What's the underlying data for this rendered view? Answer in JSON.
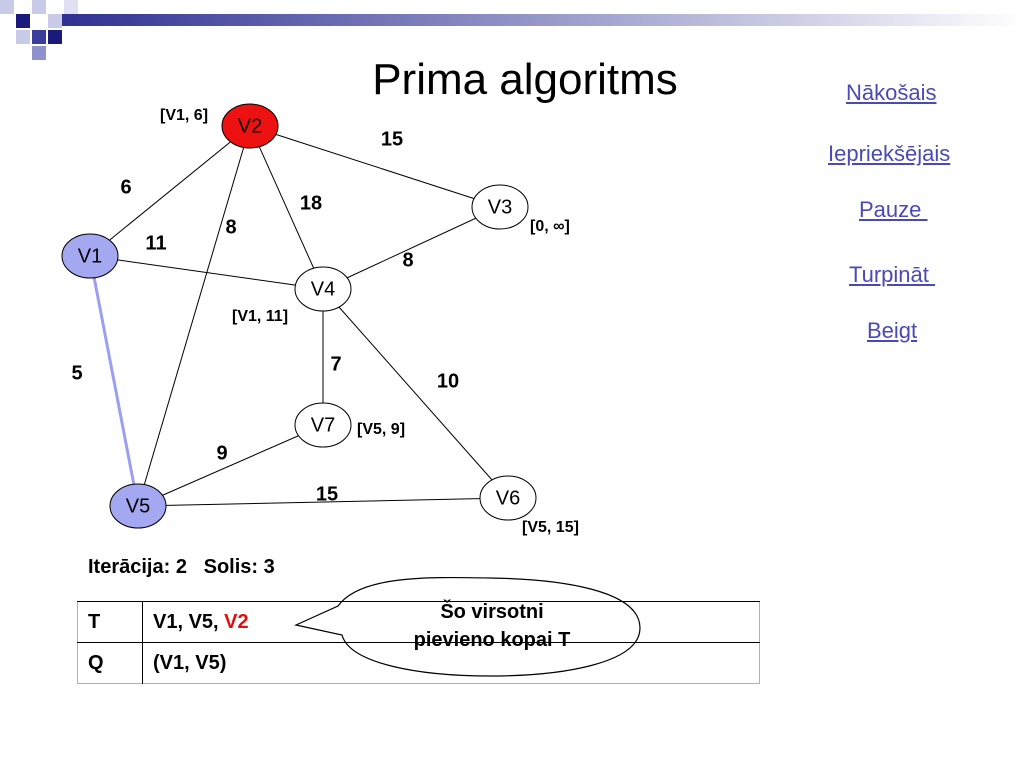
{
  "title": "Prima algoritms",
  "nav": {
    "next": "Nākošais",
    "prev": "Iepriekšējais",
    "pause": "Pauze ",
    "continue": "Turpināt ",
    "end": "Beigt"
  },
  "colors": {
    "accent_link": "#4a4ab4",
    "selected_vertex": "#ee1111",
    "tree_vertex": "#a3a8f0",
    "tree_edge": "#9aa0ee",
    "highlight_text": "#e01010"
  },
  "graph": {
    "vertices": [
      {
        "id": "V1",
        "label": "V1",
        "state": "tree"
      },
      {
        "id": "V2",
        "label": "V2",
        "state": "selected"
      },
      {
        "id": "V3",
        "label": "V3",
        "state": "normal"
      },
      {
        "id": "V4",
        "label": "V4",
        "state": "normal"
      },
      {
        "id": "V5",
        "label": "V5",
        "state": "tree"
      },
      {
        "id": "V6",
        "label": "V6",
        "state": "normal"
      },
      {
        "id": "V7",
        "label": "V7",
        "state": "normal"
      }
    ],
    "edges": [
      {
        "from": "V1",
        "to": "V2",
        "weight": "6",
        "in_tree": false
      },
      {
        "from": "V2",
        "to": "V3",
        "weight": "15",
        "in_tree": false
      },
      {
        "from": "V2",
        "to": "V4",
        "weight": "18",
        "in_tree": false
      },
      {
        "from": "V2",
        "to": "V5",
        "weight": "8",
        "in_tree": false
      },
      {
        "from": "V1",
        "to": "V4",
        "weight": "11",
        "in_tree": false
      },
      {
        "from": "V3",
        "to": "V4",
        "weight": "8",
        "in_tree": false
      },
      {
        "from": "V1",
        "to": "V5",
        "weight": "5",
        "in_tree": true
      },
      {
        "from": "V4",
        "to": "V7",
        "weight": "7",
        "in_tree": false
      },
      {
        "from": "V4",
        "to": "V6",
        "weight": "10",
        "in_tree": false
      },
      {
        "from": "V5",
        "to": "V7",
        "weight": "9",
        "in_tree": false
      },
      {
        "from": "V5",
        "to": "V6",
        "weight": "15",
        "in_tree": false
      }
    ],
    "keys": [
      {
        "vertex": "V2",
        "text": "[V1, 6]"
      },
      {
        "vertex": "V3",
        "text": "[0, ∞]"
      },
      {
        "vertex": "V4",
        "text": "[V1, 11]"
      },
      {
        "vertex": "V7",
        "text": "[V5, 9]"
      },
      {
        "vertex": "V6",
        "text": "[V5, 15]"
      }
    ]
  },
  "status": {
    "iteration_label": "Iterācija: 2",
    "step_label": "Solis: 3"
  },
  "table": {
    "rows": [
      {
        "key": "T",
        "value_prefix": "V1, V5, ",
        "value_highlight": "V2"
      },
      {
        "key": "Q",
        "value_prefix": "(V1, V5)",
        "value_highlight": ""
      }
    ]
  },
  "callout": {
    "line1": "Šo virsotni",
    "line2": "pievieno kopai T"
  }
}
